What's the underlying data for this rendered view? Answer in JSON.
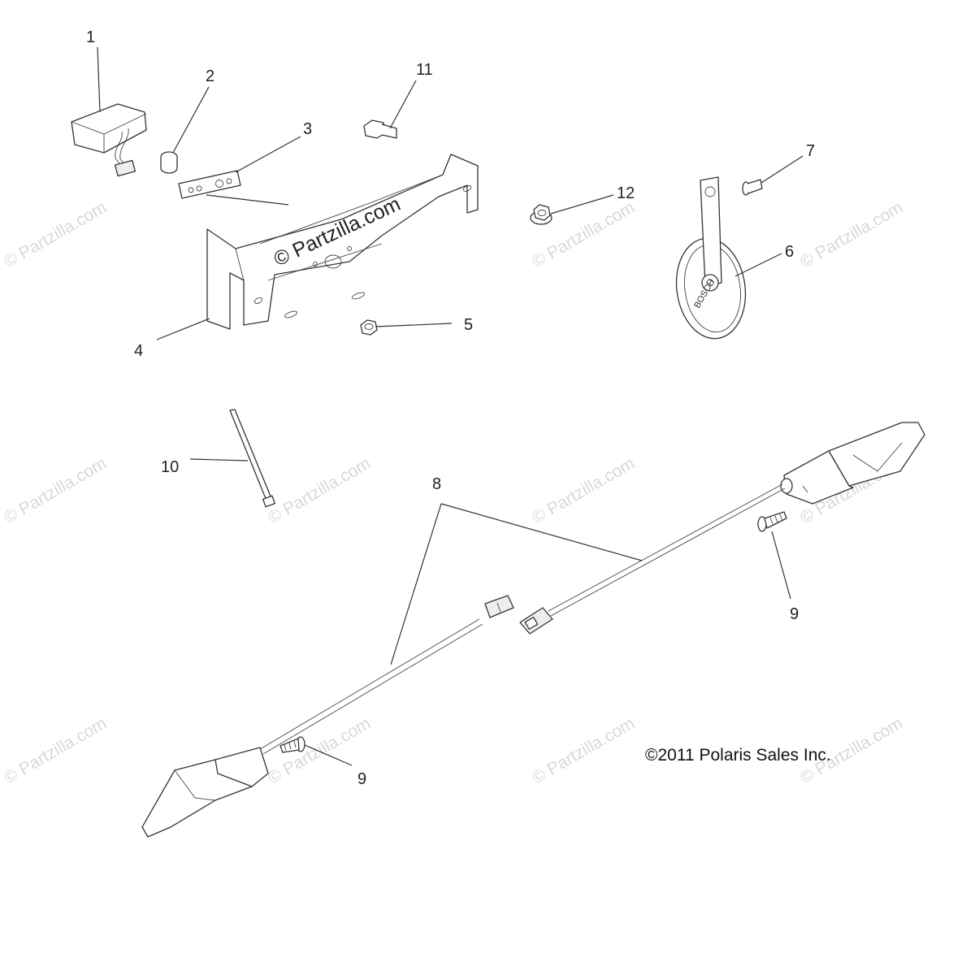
{
  "watermark": {
    "text": "© Partzilla.com"
  },
  "copyright": "©2011 Polaris Sales Inc.",
  "callouts": {
    "c1": "1",
    "c2": "2",
    "c3": "3",
    "c4": "4",
    "c5": "5",
    "c6": "6",
    "c7": "7",
    "c8": "8",
    "c9a": "9",
    "c9b": "9",
    "c10": "10",
    "c11": "11",
    "c12": "12"
  },
  "horn_marking": "BOSCH",
  "colors": {
    "line": "#333333",
    "watermark": "#d8d8d8",
    "background": "#ffffff"
  }
}
